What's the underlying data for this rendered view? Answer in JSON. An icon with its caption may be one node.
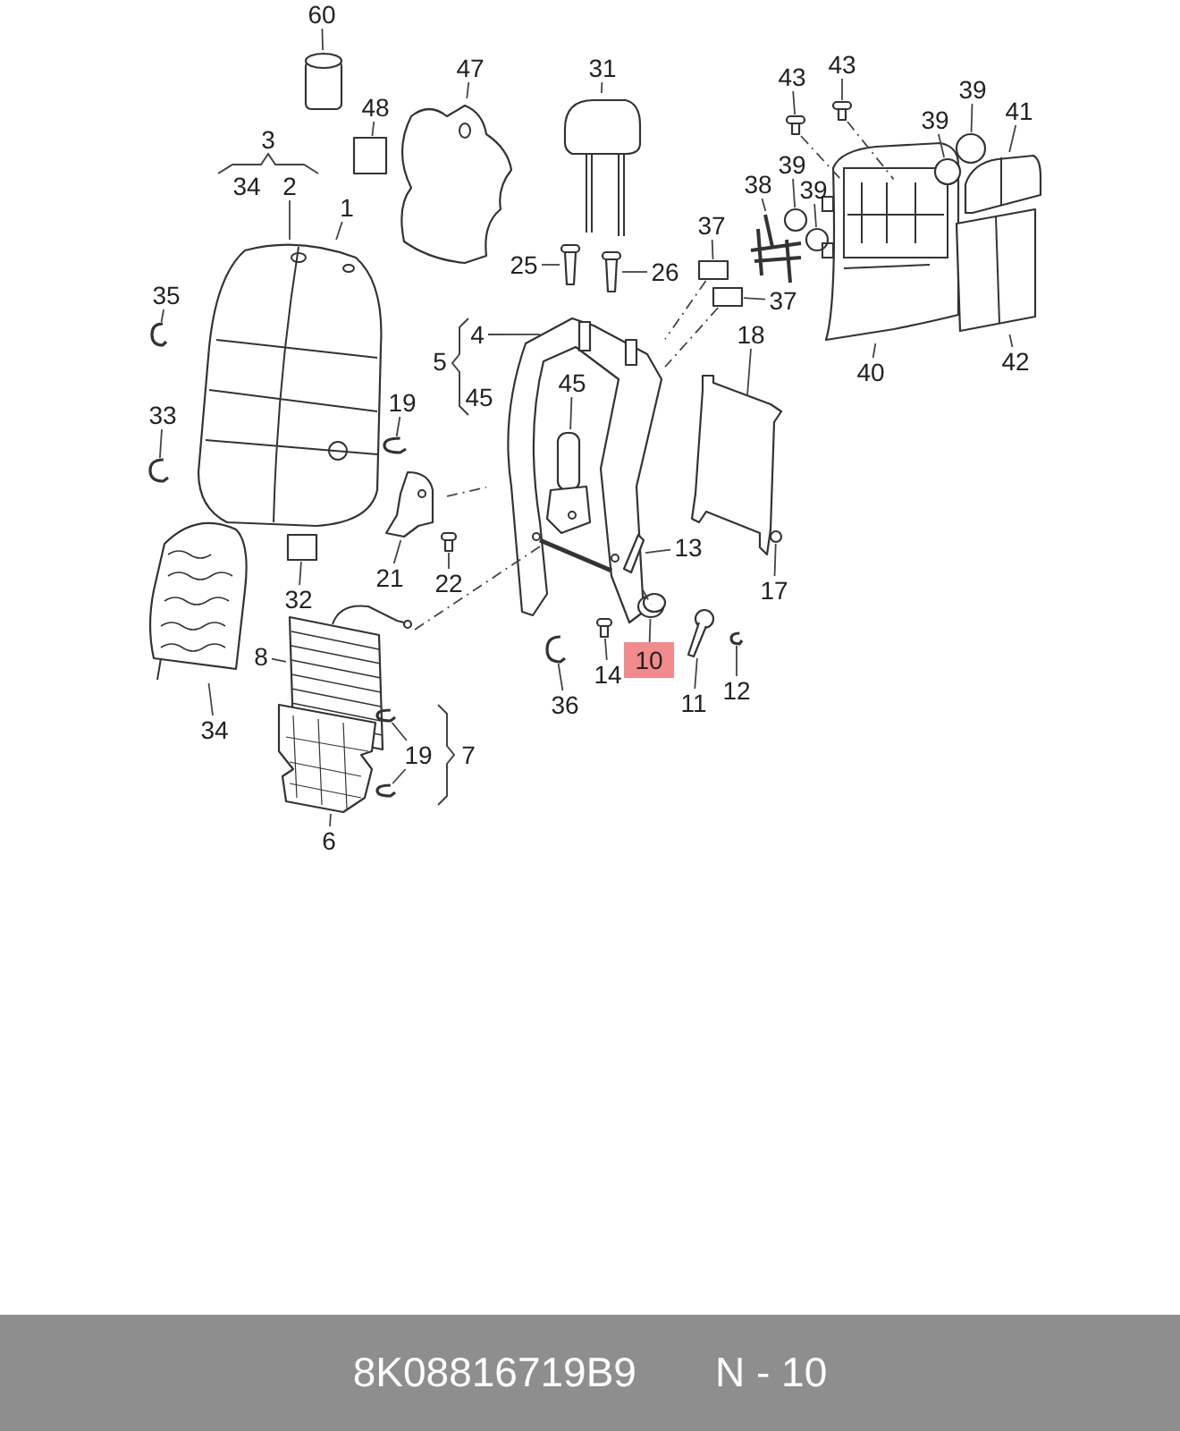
{
  "diagram": {
    "nodes": [
      {
        "text": [
          "60"
        ]
      },
      {
        "text": [
          "48"
        ]
      },
      {
        "text": [
          "47"
        ]
      },
      {
        "text": [
          "31"
        ]
      },
      {
        "text": [
          "43"
        ]
      },
      {
        "text": [
          "43"
        ]
      },
      {
        "text": [
          "39"
        ]
      },
      {
        "text": [
          "41"
        ]
      },
      {
        "text": [
          "39"
        ]
      },
      {
        "text": [
          "2"
        ]
      },
      {
        "text": [
          "38"
        ]
      },
      {
        "text": [
          "39"
        ]
      },
      {
        "text": [
          "39"
        ]
      },
      {
        "text": [
          "1"
        ]
      },
      {
        "text": [
          "37"
        ]
      },
      {
        "text": [
          "25"
        ]
      },
      {
        "text": [
          "26"
        ]
      },
      {
        "text": [
          "35"
        ]
      },
      {
        "text": [
          "37"
        ]
      },
      {
        "text": [
          "4"
        ]
      },
      {
        "text": [
          "18"
        ]
      },
      {
        "text": [
          "42"
        ]
      },
      {
        "text": [
          "40"
        ]
      },
      {
        "text": [
          "45"
        ]
      },
      {
        "text": [
          "19"
        ]
      },
      {
        "text": [
          "33"
        ]
      },
      {
        "text": [
          "13"
        ]
      },
      {
        "text": [
          "21"
        ]
      },
      {
        "text": [
          "22"
        ]
      },
      {
        "text": [
          "17"
        ]
      },
      {
        "text": [
          "32"
        ]
      },
      {
        "text": [
          "8"
        ]
      },
      {
        "text": [
          "10"
        ]
      },
      {
        "text": [
          "14"
        ]
      },
      {
        "text": [
          "12"
        ]
      },
      {
        "text": [
          "11"
        ]
      },
      {
        "text": [
          "36"
        ]
      },
      {
        "text": [
          "34"
        ]
      },
      {
        "text": [
          "19"
        ]
      },
      {
        "text": [
          "6"
        ]
      },
      {
        "text": [],
        "shape": "cylinder"
      },
      {
        "text": [],
        "shape": "box"
      },
      {
        "text": [],
        "shape": "picture"
      },
      {
        "text": [],
        "shape": "picture"
      },
      {
        "text": [],
        "shape": "picture"
      },
      {
        "text": [],
        "shape": "picture"
      },
      {
        "text": [],
        "shape": "circle"
      },
      {
        "text": [],
        "shape": "picture"
      },
      {
        "text": [],
        "shape": "circle",
        "in": 55
      },
      {
        "text": [],
        "shape": "picture"
      },
      {
        "text": [],
        "shape": "picture"
      },
      {
        "text": [],
        "shape": "picture"
      },
      {
        "text": [],
        "shape": "picture"
      },
      {
        "text": [],
        "shape": "circle"
      },
      {
        "text": [],
        "shape": "circle"
      },
      {
        "text": [],
        "shape": "picture"
      },
      {
        "text": [],
        "shape": "picture"
      },
      {
        "text": [],
        "shape": "picture"
      },
      {
        "text": [],
        "shape": "box"
      },
      {
        "text": [],
        "shape": "box"
      },
      {
        "text": [],
        "shape": "picture"
      },
      {
        "text": [],
        "shape": "picture"
      },
      {
        "text": [],
        "shape": "picture"
      },
      {
        "text": [],
        "shape": "picture"
      },
      {
        "text": [],
        "shape": "picture"
      },
      {
        "text": [],
        "shape": "picture"
      },
      {
        "text": [],
        "shape": "picture"
      },
      {
        "text": [],
        "shape": "picture",
        "in": 60
      },
      {
        "text": [],
        "shape": "circle"
      },
      {
        "text": [],
        "shape": "box"
      },
      {
        "text": [],
        "shape": "picture"
      },
      {
        "text": [],
        "shape": "picture"
      },
      {
        "text": [],
        "shape": "picture"
      },
      {
        "text": [],
        "shape": "picture"
      },
      {
        "text": [],
        "shape": "picture"
      },
      {
        "text": [],
        "shape": "picture"
      },
      {
        "text": [],
        "shape": "picture"
      },
      {
        "text": [],
        "shape": "picture"
      },
      {
        "text": [],
        "shape": "picture"
      },
      {
        "text": [],
        "shape": "picture"
      }
    ],
    "edges": [
      {
        "from": 0,
        "to": 40,
        "arrow": "none"
      },
      {
        "from": 1,
        "to": 41,
        "arrow": "none"
      },
      {
        "from": 2,
        "to": 42,
        "arrow": "none"
      },
      {
        "from": 3,
        "to": 43,
        "arrow": "none"
      },
      {
        "from": 4,
        "to": 44,
        "arrow": "none"
      },
      {
        "from": 5,
        "to": 45,
        "arrow": "none"
      },
      {
        "from": 6,
        "to": 46,
        "arrow": "none"
      },
      {
        "from": 7,
        "to": 47,
        "arrow": "none"
      },
      {
        "from": 8,
        "to": 48,
        "arrow": "none"
      },
      {
        "from": 9,
        "to": 49,
        "arrow": "none"
      },
      {
        "from": 10,
        "to": 52,
        "arrow": "none"
      },
      {
        "from": 11,
        "to": 53,
        "arrow": "none"
      },
      {
        "from": 12,
        "to": 54,
        "arrow": "none"
      },
      {
        "from": 13,
        "to": 49,
        "arrow": "none"
      },
      {
        "from": 14,
        "to": 58,
        "arrow": "none"
      },
      {
        "from": 15,
        "to": 50,
        "arrow": "none"
      },
      {
        "from": 16,
        "to": 51,
        "arrow": "none"
      },
      {
        "from": 17,
        "to": 57,
        "arrow": "none"
      },
      {
        "from": 18,
        "to": 59,
        "arrow": "none"
      },
      {
        "from": 19,
        "to": 60,
        "arrow": "none"
      },
      {
        "from": 20,
        "to": 62,
        "arrow": "none"
      },
      {
        "from": 21,
        "to": 56,
        "arrow": "none"
      },
      {
        "from": 22,
        "to": 55,
        "arrow": "none"
      },
      {
        "from": 23,
        "to": 61,
        "arrow": "none"
      },
      {
        "from": 24,
        "to": 63,
        "arrow": "none"
      },
      {
        "from": 25,
        "to": 64,
        "arrow": "none"
      },
      {
        "from": 26,
        "to": 67,
        "arrow": "none"
      },
      {
        "from": 27,
        "to": 65,
        "arrow": "none"
      },
      {
        "from": 28,
        "to": 66,
        "arrow": "none"
      },
      {
        "from": 29,
        "to": 68,
        "arrow": "none"
      },
      {
        "from": 30,
        "to": 69,
        "arrow": "none"
      },
      {
        "from": 31,
        "to": 76,
        "arrow": "none"
      },
      {
        "from": 32,
        "to": 71,
        "arrow": "none"
      },
      {
        "from": 33,
        "to": 72,
        "arrow": "none"
      },
      {
        "from": 34,
        "to": 75,
        "arrow": "none"
      },
      {
        "from": 35,
        "to": 74,
        "arrow": "none"
      },
      {
        "from": 36,
        "to": 73,
        "arrow": "none"
      },
      {
        "from": 37,
        "to": 70,
        "arrow": "none"
      },
      {
        "from": 38,
        "to": 78,
        "arrow": "none"
      },
      {
        "from": 38,
        "to": 79,
        "arrow": "none"
      },
      {
        "from": 39,
        "to": 77,
        "arrow": "none"
      },
      {
        "from": 58,
        "to": 60,
        "arrow": "none",
        "style": "dashed"
      },
      {
        "from": 59,
        "to": 60,
        "arrow": "none",
        "style": "dashed"
      },
      {
        "from": 44,
        "to": 55,
        "arrow": "none",
        "style": "dashed"
      },
      {
        "from": 45,
        "to": 55,
        "arrow": "none",
        "style": "dashed"
      },
      {
        "from": 65,
        "to": 60,
        "arrow": "none",
        "style": "dashed"
      },
      {
        "from": 76,
        "to": 60,
        "arrow": "none",
        "style": "dashed"
      },
      {
        "from": 71,
        "to": 60,
        "arrow": "none",
        "style": "dashed"
      }
    ],
    "labels": [
      "3",
      "34",
      "5",
      "45",
      "7",
      "8K08816719B9",
      "N - 10"
    ]
  }
}
